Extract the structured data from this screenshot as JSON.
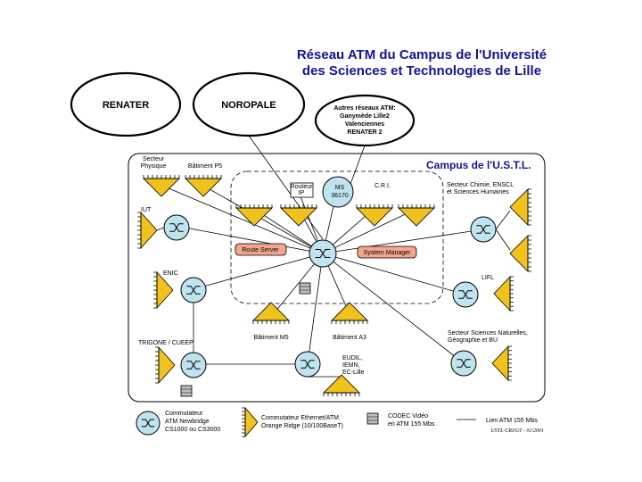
{
  "title": {
    "line1": "Réseau ATM du Campus de l'Université",
    "line2": "des Sciences et Technologies de Lille"
  },
  "external_networks": {
    "renater": "RENATER",
    "noropale": "NOROPALE",
    "autres": [
      "Autres réseaux ATM:",
      "Ganymède Lille2",
      "Valenciennes",
      "RENATER 2"
    ]
  },
  "campus_label": "Campus de l'U.S.T.L.",
  "center": {
    "routeur_ip": [
      "Routeur",
      "IP"
    ],
    "ms": [
      "MS",
      "36170"
    ],
    "cri": "C.R.I.",
    "route_server": "Route Server",
    "system_manager": "System Manager"
  },
  "sites": {
    "secteur_physique": [
      "Secteur",
      "Physique"
    ],
    "batiment_p5": "Bâtiment P5",
    "iut": "IUT",
    "enic": "ENIC",
    "trigone": "TRIGONE / CUEEP",
    "secteur_chimie": [
      "Secteur Chimie, ENSCL",
      "et Sciences Humaines"
    ],
    "lifl": "LIFL",
    "secteur_sn": [
      "Secteur Sciences Naturelles,",
      "Géographie et BU"
    ],
    "batiment_m5": "Bâtiment M5",
    "batiment_a3": "Bâtiment A3",
    "eudil": [
      "EUDIL,",
      "IEMN,",
      "EC-Lille"
    ]
  },
  "legend": {
    "switch": [
      "Commutateur",
      "ATM  Newbridge",
      "CS1000 ou CS3000"
    ],
    "ethernet": [
      "Commutateur Ethernet/ATM",
      "Orange Ridge (10/100BaseT)"
    ],
    "codec": [
      "CODEC Vidéo",
      "en ATM 155 Mbs"
    ],
    "link": "Lien ATM 155 Mbs"
  },
  "footer": "USTL-CRI/GT - 01/2001",
  "colors": {
    "title": "#141496",
    "switch_fill": "#bfe4ef",
    "ethernet_fill": "#f2c21c",
    "server_fill": "#f4a58e",
    "codec_fill": "#bfbfbf"
  }
}
